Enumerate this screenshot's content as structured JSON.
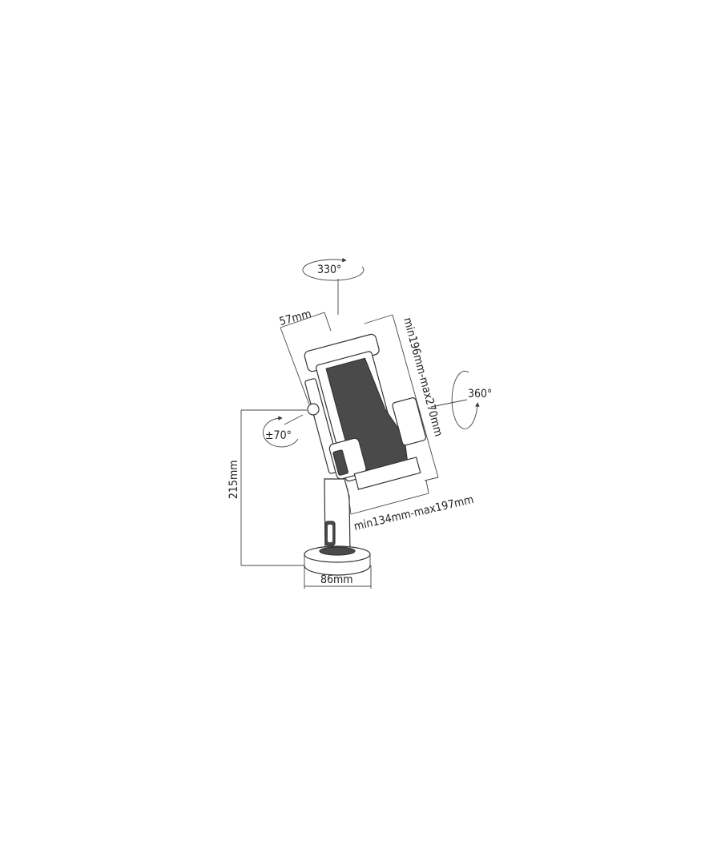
{
  "diagram": {
    "subject_icon": "tablet-stand-line-drawing",
    "labels": {
      "swivel_top": "330°",
      "depth": "57mm",
      "tilt": "±70°",
      "height": "215mm",
      "rotation": "360°",
      "clamp_height": "min196mm-max270mm",
      "clamp_width": "min134mm-max197mm",
      "base_diameter": "86mm"
    }
  }
}
